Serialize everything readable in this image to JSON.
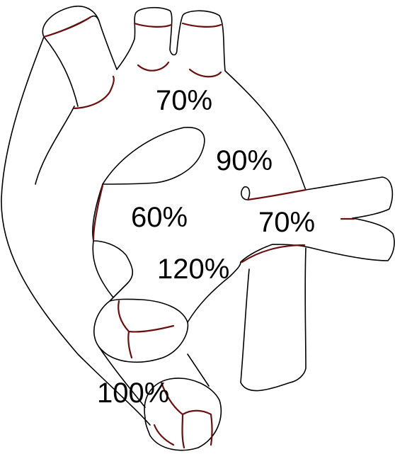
{
  "diagram": {
    "labels": {
      "aorta": "70%",
      "pulmonary_artery": "90%",
      "left_atrium": "60%",
      "pulmonary_vein": "70%",
      "left_ventricle": "120%",
      "right_ventricle": "100%"
    },
    "colors": {
      "outline": "#000000",
      "valve": "#6b1010",
      "text": "#000000",
      "background": "#ffffff"
    }
  }
}
